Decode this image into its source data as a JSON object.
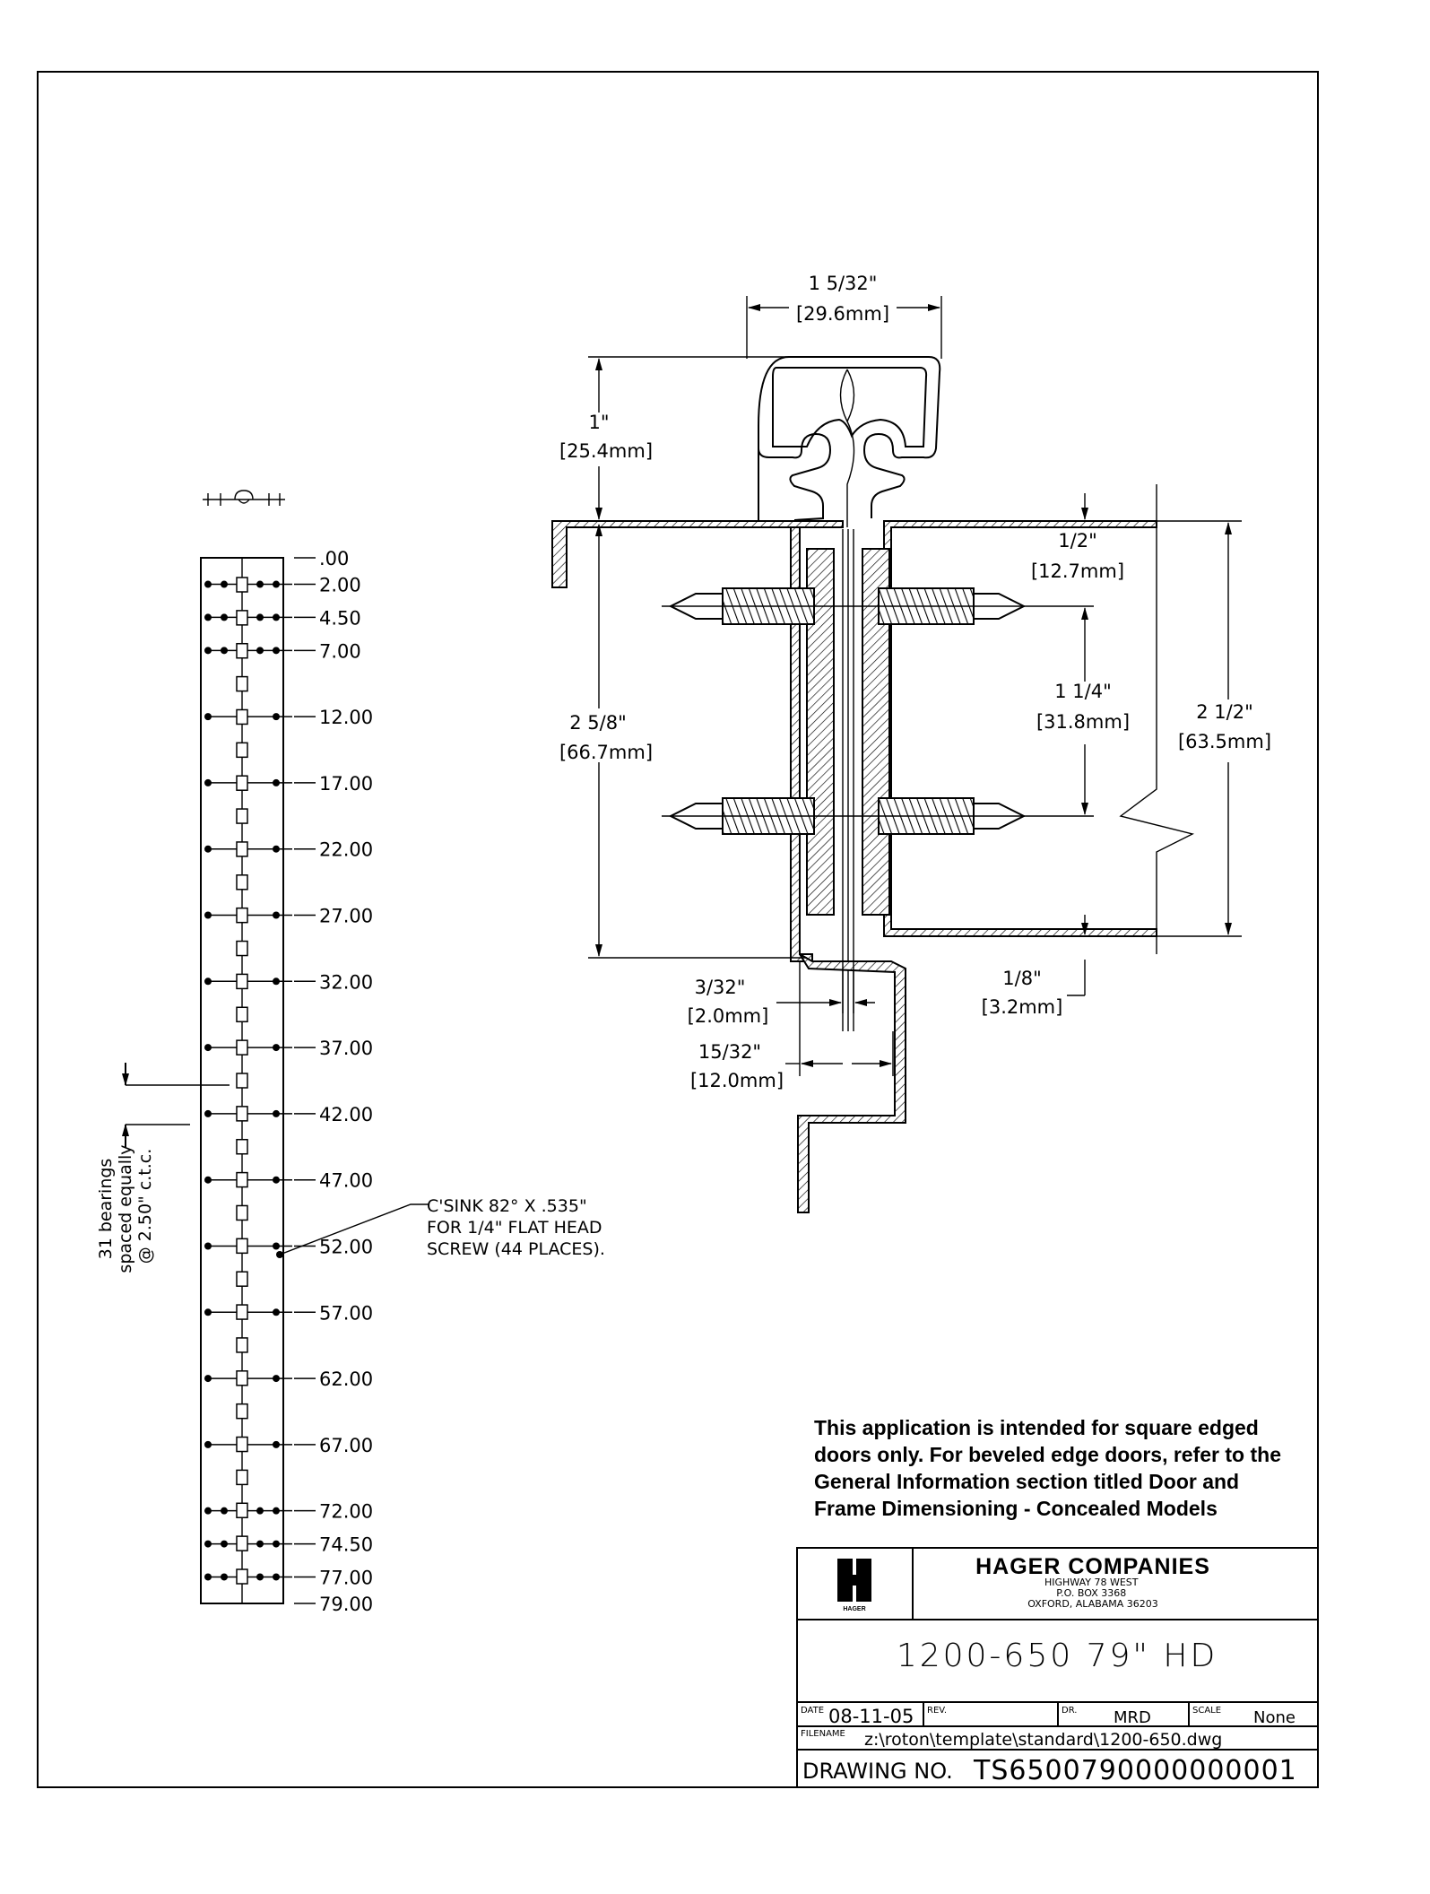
{
  "drawing": {
    "dimensions": {
      "top_width_in": "1 5/32\"",
      "top_width_mm": "[29.6mm]",
      "knuckle_height_in": "1\"",
      "knuckle_height_mm": "[25.4mm]",
      "leaf_offset_in": "1/2\"",
      "leaf_offset_mm": "[12.7mm]",
      "screw_spacing_in": "1 1/4\"",
      "screw_spacing_mm": "[31.8mm]",
      "frame_depth_in": "2 5/8\"",
      "frame_depth_mm": "[66.7mm]",
      "door_thickness_in": "2 1/2\"",
      "door_thickness_mm": "[63.5mm]",
      "gap_in": "3/32\"",
      "gap_mm": "[2.0mm]",
      "edge_in": "1/8\"",
      "edge_mm": "[3.2mm]",
      "backset_in": "15/32\"",
      "backset_mm": "[12.0mm]"
    },
    "elevation": {
      "stations": [
        ".00",
        "2.00",
        "4.50",
        "7.00",
        "12.00",
        "17.00",
        "22.00",
        "27.00",
        "32.00",
        "37.00",
        "42.00",
        "47.00",
        "52.00",
        "57.00",
        "62.00",
        "67.00",
        "72.00",
        "74.50",
        "77.00",
        "79.00"
      ],
      "bearing_note": [
        "31 bearings",
        "spaced equally",
        "@ 2.50\" c.t.c."
      ],
      "csink_note": [
        "C'SINK 82° X .535\"",
        "FOR 1/4\" FLAT HEAD",
        "SCREW (44 PLACES)."
      ]
    },
    "application_note": [
      "This application is intended for square edged",
      "doors only.  For beveled edge doors, refer to the",
      "General Information section titled Door and",
      "Frame Dimensioning - Concealed Models"
    ]
  },
  "title_block": {
    "company": "HAGER COMPANIES",
    "address": [
      "HIGHWAY 78 WEST",
      "P.O. BOX 3368",
      "OXFORD, ALABAMA 36203"
    ],
    "logo_text": "HAGER",
    "title": "1200-650 79\" HD",
    "date_label": "DATE",
    "date": "08-11-05",
    "rev_label": "REV.",
    "rev": "",
    "dr_label": "DR.",
    "drawn_by": "MRD",
    "scale_label": "SCALE",
    "scale": "None",
    "filename_label": "FILENAME",
    "filename": "z:\\roton\\template\\standard\\1200-650.dwg",
    "drawing_no_label": "DRAWING NO.",
    "drawing_no": "TS6500790000000001"
  }
}
